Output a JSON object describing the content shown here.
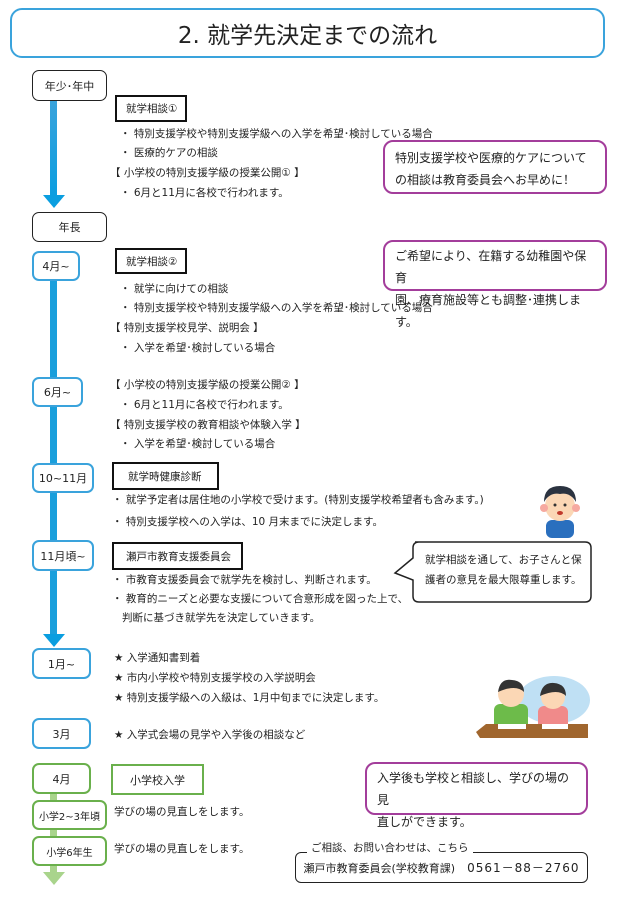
{
  "title": "2. 就学先決定までの流れ",
  "stages": {
    "nensho": "年少･年中",
    "nencho": "年長",
    "apr": "4月~",
    "jun": "6月~",
    "octnov": "10~11月",
    "nov": "11月頃~",
    "jan": "1月~",
    "mar": "3月",
    "apr_school": "4月",
    "grade23": "小学2~3年頃",
    "grade6": "小学6年生"
  },
  "consult1": {
    "heading": "就学相談①",
    "items": [
      "・ 特別支援学校や特別支援学級への入学を希望･検討している場合",
      "・ 医療的ケアの相談"
    ],
    "sub_heading": "【  小学校の特別支援学級の授業公開①  】",
    "sub_items": [
      "・ 6月と11月に各校で行われます。"
    ]
  },
  "consult2": {
    "heading": "就学相談②",
    "items": [
      "・ 就学に向けての相談",
      "・ 特別支援学校や特別支援学級への入学を希望･検討している場合"
    ],
    "sub_heading": "【  特別支援学校見学、説明会  】",
    "sub_items": [
      "・ 入学を希望･検討している場合"
    ]
  },
  "june": {
    "h1": "【  小学校の特別支援学級の授業公開②  】",
    "i1": "・ 6月と11月に各校で行われます。",
    "h2": "【  特別支援学校の教育相談や体験入学  】",
    "i2": "・ 入学を希望･検討している場合"
  },
  "health": {
    "heading": "就学時健康診断",
    "items": [
      "・ 就学予定者は居住地の小学校で受けます。(特別支援学校希望者も含みます。)",
      "・ 特別支援学校への入学は、10 月末までに決定します。"
    ]
  },
  "committee": {
    "heading": "瀬戸市教育支援委員会",
    "items": [
      "・ 市教育支援委員会で就学先を検討し、判断されます。",
      "・ 教育的ニーズと必要な支援について合意形成を図った上で、",
      "   判断に基づき就学先を決定していきます。"
    ]
  },
  "january": {
    "items": [
      "★  入学通知書到着",
      "★  市内小学校や特別支援学校の入学説明会",
      "★  特別支援学級への入級は、1月中旬までに決定します。"
    ]
  },
  "march": {
    "item": "★  入学式会場の見学や入学後の相談など"
  },
  "school_entry": "小学校入学",
  "review1": "学びの場の見直しをします。",
  "review2": "学びの場の見直しをします。",
  "notes": {
    "n1": [
      "特別支援学校や医療的ケアについて",
      "の相談は教育委員会へお早めに！"
    ],
    "n2": [
      "ご希望により、在籍する幼稚園や保育",
      "園、療育施設等とも調整･連携します。"
    ],
    "bubble": [
      "就学相談を通して、お子さんと保",
      "護者の意見を最大限尊重します。"
    ],
    "n3": [
      "入学後も学校と相談し、学びの場の見",
      "直しができます。"
    ]
  },
  "contact": {
    "label": "ご相談、お問い合わせは、こちら",
    "org": "瀬戸市教育委員会(学校教育課)",
    "phone": "0561－88－2760"
  },
  "colors": {
    "blue": "#1fa0dc",
    "green": "#6ab04c",
    "purple": "#a33d9b",
    "green_light": "#a9d48c"
  }
}
